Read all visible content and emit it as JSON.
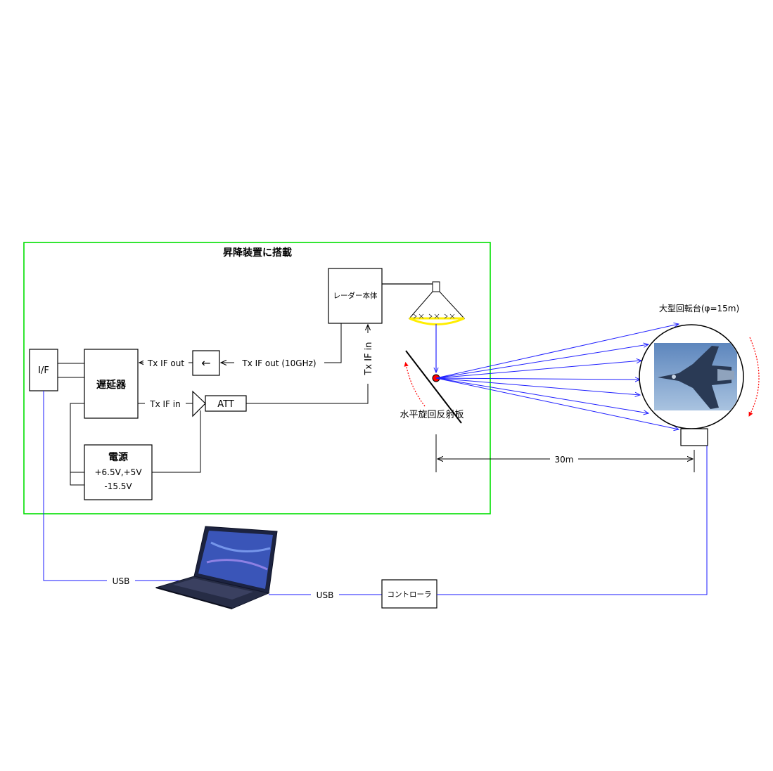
{
  "enclosure": {
    "title": "昇降装置に搭載",
    "border_color": "#00e000"
  },
  "blocks": {
    "interface": "I/F",
    "delay": "遅延器",
    "converter": "←",
    "att": "ATT",
    "radar": "レーダー本体",
    "controller": "コントローラ",
    "power": {
      "title": "電源",
      "line1": "+6.5V,+5V",
      "line2": "-15.5V"
    }
  },
  "signals": {
    "tx_if_out": "Tx IF out",
    "tx_if_out_10ghz": "Tx IF out (10GHz)",
    "tx_if_in": "Tx IF in",
    "tx_if_in_vertical": "Tx IF in"
  },
  "reflector": {
    "label": "水平旋回反射板",
    "point_color": "#ff0000"
  },
  "turntable": {
    "label": "大型回転台(φ=15m)",
    "rotation_arrow_color": "#ff0000"
  },
  "distance": {
    "label": "30m"
  },
  "usb": {
    "laptop_link": "USB",
    "controller_link": "USB",
    "line_color": "#1a1aff"
  },
  "colors": {
    "beam": "#2020ff",
    "horn_ring": "#ffee00",
    "rotation_arrow": "#ff0000"
  },
  "icons": {
    "laptop": "laptop-icon",
    "horn": "horn-antenna-icon",
    "aircraft": "aircraft-photo"
  }
}
